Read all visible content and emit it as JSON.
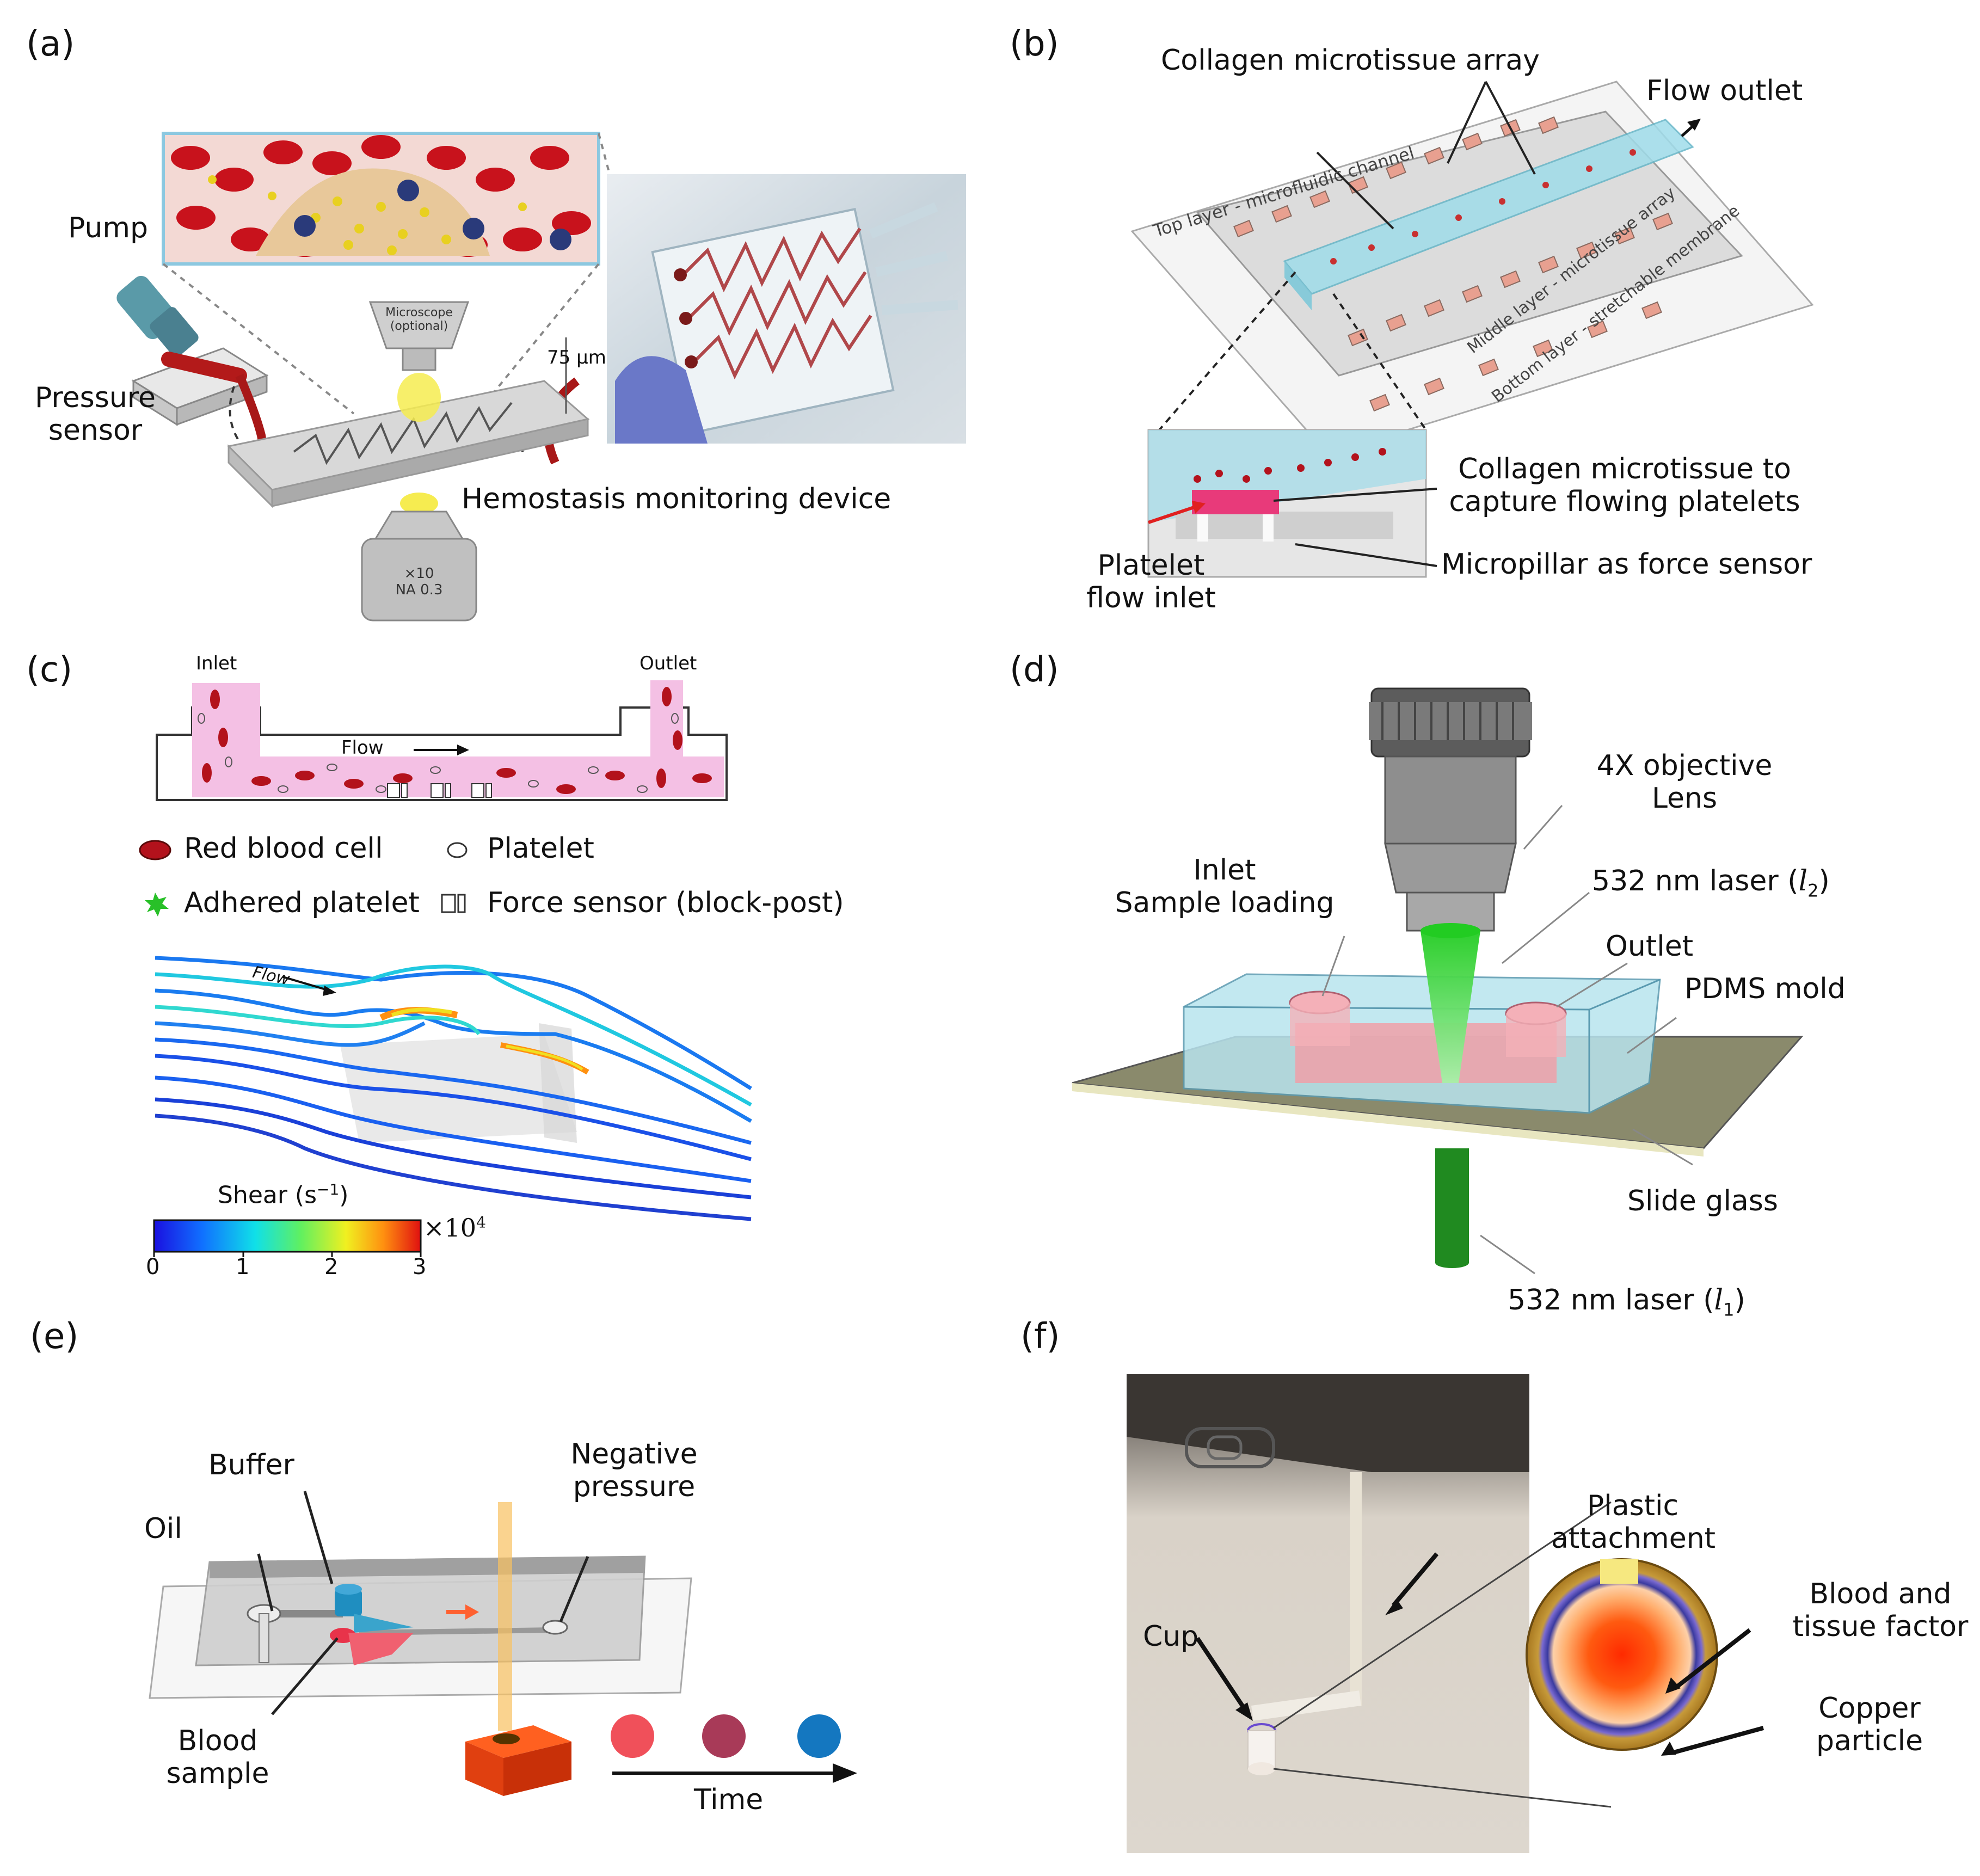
{
  "panels": {
    "a": {
      "tag": "(a)",
      "pump": "Pump",
      "pressure_sensor": "Pressure\nsensor",
      "device": "Hemostasis monitoring device",
      "microscope": "Microscope\n(optional)",
      "channel_height": "75 µm",
      "objective": "×10\nNA 0.3"
    },
    "b": {
      "tag": "(b)",
      "collagen_array": "Collagen microtissue array",
      "flow_outlet": "Flow outlet",
      "top_layer": "Top layer - microfluidic channel",
      "middle_layer": "Middle layer - microtissue array",
      "bottom_layer": "Bottom layer - stretchable membrane",
      "collagen_capture": "Collagen microtissue to\ncapture flowing platelets",
      "micropillar": "Micropillar as force sensor",
      "platelet_inlet": "Platelet\nflow inlet"
    },
    "c": {
      "tag": "(c)",
      "inlet": "Inlet",
      "outlet": "Outlet",
      "flow": "Flow",
      "flow2": "Flow",
      "legend_rbc": "Red blood cell",
      "legend_platelet": "Platelet",
      "legend_adhered": "Adhered platelet",
      "legend_sensor": "Force sensor (block-post)",
      "shear_label": "Shear (s",
      "shear_exp": "−1",
      "shear_close": ")",
      "multiplier": "×10",
      "multiplier_exp": "4",
      "ticks": [
        "0",
        "1",
        "2",
        "3"
      ]
    },
    "d": {
      "tag": "(d)",
      "objective": "4X objective\nLens",
      "inlet": "Inlet\nSample loading",
      "laser_top": "532 nm laser (",
      "laser_top_sym": "l",
      "laser_top_sub": "2",
      "outlet": "Outlet",
      "pdms": "PDMS mold",
      "slide": "Slide glass",
      "laser_bottom": "532 nm laser (",
      "laser_bottom_sym": "l",
      "laser_bottom_sub": "1",
      "close": ")"
    },
    "e": {
      "tag": "(e)",
      "buffer": "Buffer",
      "negative_pressure": "Negative\npressure",
      "oil": "Oil",
      "blood_sample": "Blood\nsample",
      "time": "Time"
    },
    "f": {
      "tag": "(f)",
      "plastic": "Plastic\nattachment",
      "cup": "Cup",
      "blood_tissue": "Blood and\ntissue factor",
      "copper": "Copper\nparticle"
    }
  },
  "colors": {
    "blood_red": "#b3121c",
    "platelet_pink": "#f2b8d6",
    "channel_blue": "#9fd8e6",
    "laser_green": "#2bbf2b",
    "tissue_pink": "#e98a8a"
  }
}
